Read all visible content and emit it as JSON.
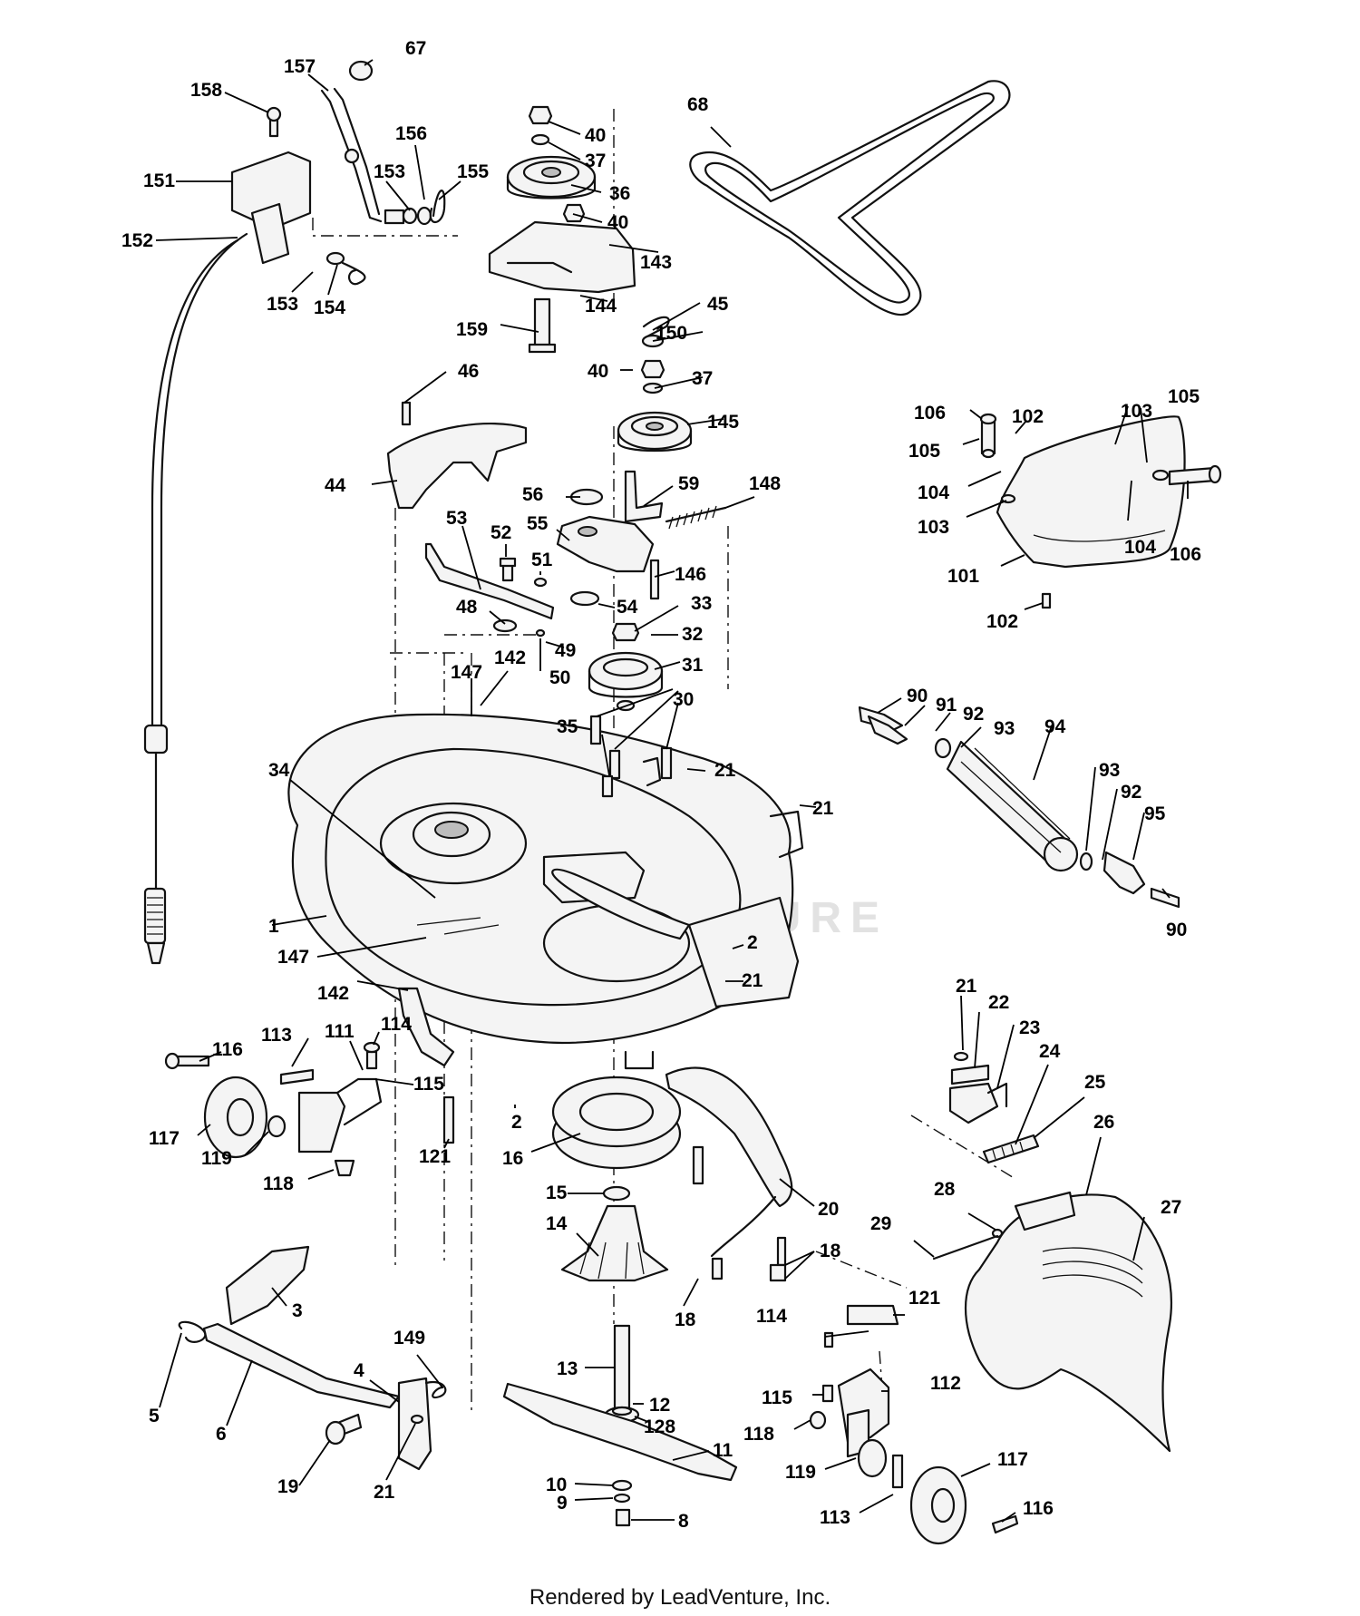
{
  "footer": {
    "text": "Rendered by LeadVenture, Inc."
  },
  "watermark": {
    "text": "LEADVENTURE"
  },
  "callouts": [
    {
      "label": "67"
    },
    {
      "label": "157"
    },
    {
      "label": "158"
    },
    {
      "label": "156"
    },
    {
      "label": "153"
    },
    {
      "label": "155"
    },
    {
      "label": "151"
    },
    {
      "label": "152"
    },
    {
      "label": "153"
    },
    {
      "label": "154"
    },
    {
      "label": "40"
    },
    {
      "label": "37"
    },
    {
      "label": "36"
    },
    {
      "label": "40"
    },
    {
      "label": "143"
    },
    {
      "label": "144"
    },
    {
      "label": "159"
    },
    {
      "label": "45"
    },
    {
      "label": "150"
    },
    {
      "label": "40"
    },
    {
      "label": "37"
    },
    {
      "label": "145"
    },
    {
      "label": "68"
    },
    {
      "label": "46"
    },
    {
      "label": "44"
    },
    {
      "label": "56"
    },
    {
      "label": "59"
    },
    {
      "label": "148"
    },
    {
      "label": "53"
    },
    {
      "label": "52"
    },
    {
      "label": "55"
    },
    {
      "label": "51"
    },
    {
      "label": "146"
    },
    {
      "label": "54"
    },
    {
      "label": "33"
    },
    {
      "label": "48"
    },
    {
      "label": "32"
    },
    {
      "label": "49"
    },
    {
      "label": "50"
    },
    {
      "label": "31"
    },
    {
      "label": "142"
    },
    {
      "label": "147"
    },
    {
      "label": "30"
    },
    {
      "label": "35"
    },
    {
      "label": "21"
    },
    {
      "label": "21"
    },
    {
      "label": "34"
    },
    {
      "label": "1"
    },
    {
      "label": "147"
    },
    {
      "label": "2"
    },
    {
      "label": "21"
    },
    {
      "label": "106"
    },
    {
      "label": "102"
    },
    {
      "label": "103"
    },
    {
      "label": "105"
    },
    {
      "label": "105"
    },
    {
      "label": "104"
    },
    {
      "label": "103"
    },
    {
      "label": "104"
    },
    {
      "label": "106"
    },
    {
      "label": "101"
    },
    {
      "label": "102"
    },
    {
      "label": "90"
    },
    {
      "label": "91"
    },
    {
      "label": "92"
    },
    {
      "label": "93"
    },
    {
      "label": "94"
    },
    {
      "label": "93"
    },
    {
      "label": "92"
    },
    {
      "label": "95"
    },
    {
      "label": "90"
    },
    {
      "label": "142"
    },
    {
      "label": "113"
    },
    {
      "label": "111"
    },
    {
      "label": "114"
    },
    {
      "label": "116"
    },
    {
      "label": "115"
    },
    {
      "label": "117"
    },
    {
      "label": "119"
    },
    {
      "label": "121"
    },
    {
      "label": "118"
    },
    {
      "label": "2"
    },
    {
      "label": "16"
    },
    {
      "label": "15"
    },
    {
      "label": "14"
    },
    {
      "label": "20"
    },
    {
      "label": "18"
    },
    {
      "label": "18"
    },
    {
      "label": "21"
    },
    {
      "label": "22"
    },
    {
      "label": "23"
    },
    {
      "label": "24"
    },
    {
      "label": "25"
    },
    {
      "label": "26"
    },
    {
      "label": "27"
    },
    {
      "label": "28"
    },
    {
      "label": "29"
    },
    {
      "label": "114"
    },
    {
      "label": "121"
    },
    {
      "label": "112"
    },
    {
      "label": "115"
    },
    {
      "label": "118"
    },
    {
      "label": "119"
    },
    {
      "label": "117"
    },
    {
      "label": "113"
    },
    {
      "label": "116"
    },
    {
      "label": "3"
    },
    {
      "label": "5"
    },
    {
      "label": "6"
    },
    {
      "label": "4"
    },
    {
      "label": "149"
    },
    {
      "label": "19"
    },
    {
      "label": "21"
    },
    {
      "label": "13"
    },
    {
      "label": "12"
    },
    {
      "label": "128"
    },
    {
      "label": "11"
    },
    {
      "label": "10"
    },
    {
      "label": "9"
    },
    {
      "label": "8"
    }
  ]
}
